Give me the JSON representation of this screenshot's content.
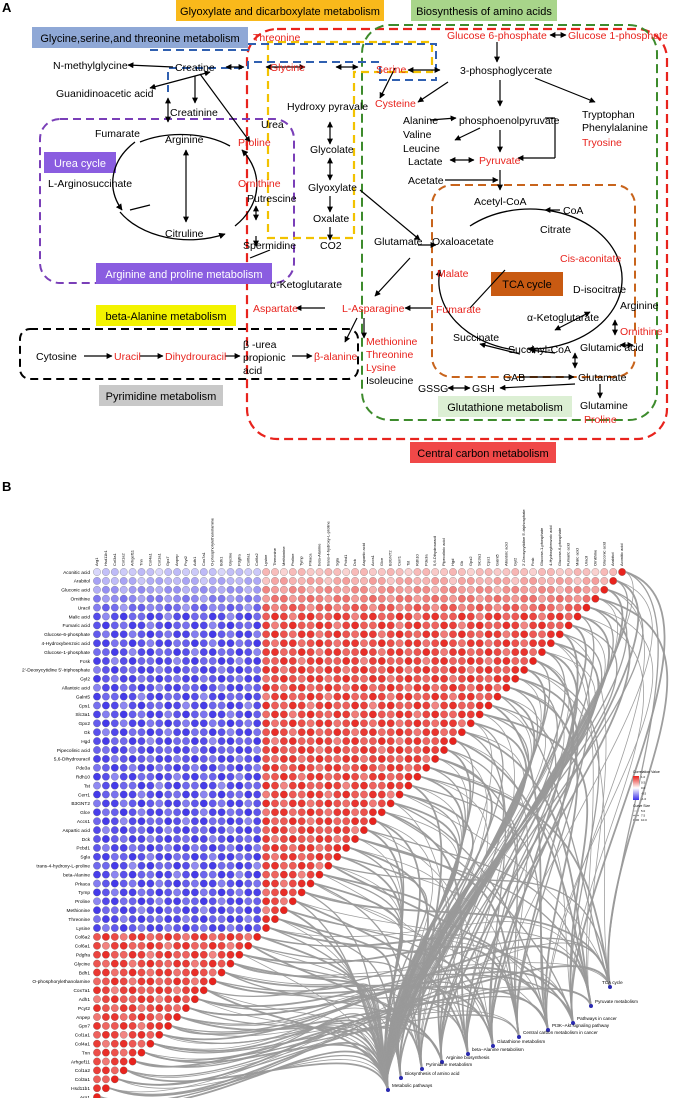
{
  "panel_a": {
    "letter": "A",
    "pathway_labels": {
      "glyoxylate": "Glyoxylate and dicarboxylate metabolism",
      "amino_acids": "Biosynthesis of amino acids",
      "gly_ser_thr": "Glycine,serine,and threonine metabolism",
      "urea_cycle": "Urea cycle",
      "arg_pro": "Arginine and proline metabolism",
      "beta_alanine": "beta-Alanine metabolism",
      "tca": "TCA cycle",
      "pyrimidine": "Pyrimidine metabolism",
      "glutathione": "Glutathione metabolism",
      "central_carbon": "Central carbon metabolism"
    },
    "metabolites": {
      "threonine_top": "Threonine",
      "glucose6p": "Glucose 6-phosphate",
      "glucose1p": "Glucose 1-phosphate",
      "n_methylglycine": "N-methylglycine",
      "creatine": "Creatine",
      "glycine": "Glycine",
      "serine": "Serine",
      "phosphoglycerate": "3-phosphoglycerate",
      "guanidinoacetic": "Guanidinoacetic acid",
      "hydroxy_pyravale": "Hydroxy pyravale",
      "creatinine": "Creatinine",
      "cysteine": "Cysteine",
      "tryptophan": "Tryptophan",
      "phenylalanine": "Phenylalanine",
      "tyrosine": "Tryosine",
      "fumarate_urea": "Fumarate",
      "arginine": "Arginine",
      "urea": "Urea",
      "alanine": "Alanine",
      "phosphoenolpyruvate": "phosphoenolpyruvate",
      "valine": "Valine",
      "leucine": "Leucine",
      "proline_urea": "Proline",
      "glycolate": "Glycolate",
      "lactate": "Lactate",
      "pyruvate": "Pyruvate",
      "l_arginosuccinate": "L-Arginosuccinate",
      "ornithine_urea": "Ornithine",
      "acetate": "Acetate",
      "glyoxylate": "Glyoxylate",
      "acetyl_coa": "Acetyl-CoA",
      "putrescine": "Putrescine",
      "coa": "CoA",
      "oxalate": "Oxalate",
      "citruline": "Citruline",
      "citrate": "Citrate",
      "spermidine": "Spermidine",
      "co2": "CO2",
      "glutamate_mid": "Glutamate",
      "oxaloacetate": "Oxaloacetate",
      "cis_aconitate": "Cis-aconitate",
      "malate": "Malate",
      "alpha_kg_left": "α-Ketoglutarate",
      "d_isocitrate": "D-isocitrate",
      "arginine_right": "Arginine",
      "aspartate": "Aspartate",
      "l_asparagine": "L-Asparagine",
      "fumarate_tca": "Fumarate",
      "alpha_kg_tca": "α-Ketoglutarate",
      "ornithine_right": "Ornithine",
      "succinate": "Succinate",
      "cytosine": "Cytosine",
      "uracil": "Uracil",
      "dihydrouracil": "Dihydrouracil",
      "beta_urea_1": "β -urea",
      "beta_urea_2": "propionic",
      "beta_urea_3": "acid",
      "beta_alanine": "β-alanine",
      "methionine": "Methionine",
      "threonine": "Threonine",
      "succinyl_coa": "Succinyl-CoA",
      "glutamic_acid": "Glutamic acid",
      "lysine": "Lysine",
      "isoleucine": "Isoleucine",
      "gab": "GAB",
      "glutamate_right": "Glutamate",
      "gssg": "GSSG",
      "gsh": "GSH",
      "glutamine": "Glutamine",
      "proline_bottom": "Proline"
    }
  },
  "panel_b": {
    "letter": "B",
    "column_labels": [
      "Arg1",
      "Hsd11b1",
      "Col3a1",
      "Col1a2",
      "Arhgef11",
      "Tnn",
      "Col4a1",
      "Col1a1",
      "Gpx7",
      "Anpep",
      "Pcyt2",
      "Adh1",
      "Cox7a1",
      "O-phosphorylethanolamine",
      "Bdh1",
      "Glycine",
      "Pdgfra",
      "Col6a1",
      "Col6a2",
      "Lysine",
      "Threonine",
      "Methionine",
      "Proline",
      "Tymp",
      "Prkaca",
      "beta-Alanine",
      "trans-4-hydroxy-L-proline",
      "Sgla",
      "Pcbd1",
      "Dck",
      "Aspartic acid",
      "Accs1",
      "Glce",
      "B3GNT2",
      "Cerr1",
      "Tst",
      "Rdh10",
      "Pde3a",
      "5,6-Dihydrouracil",
      "Pipecolinic acid",
      "Hgd",
      "Gk",
      "Gpx2",
      "Slc3a1",
      "Cps1",
      "Galnt5",
      "Allantoic acid",
      "Gyl2",
      "2'-Deoxycytidine 5'-triphosphate",
      "Fcsk",
      "Glucose-1-phosphate",
      "4-Hydroxybenzoic acid",
      "Glucose-6-phosphate",
      "Fumaric acid",
      "Malic acid",
      "Uracil",
      "Ornithine",
      "Gluconic acid",
      "Arabitol",
      "Aconitic acid"
    ],
    "row_labels": [
      "Aconitic acid",
      "Arabitol",
      "Gluconic acid",
      "Ornithine",
      "Uracil",
      "Malic acid",
      "Fumaric acid",
      "Glucose-6-phosphate",
      "4-Hydroxybenzoic acid",
      "Glucose-1-phosphate",
      "Fcsk",
      "2'-Deoxycytidine 5'-triphosphate",
      "Gyl2",
      "Allantoic acid",
      "Galnt5",
      "Cps1",
      "Slc3a1",
      "Gpx2",
      "Gk",
      "Hgd",
      "Pipecolinic acid",
      "5,6-Dihydrouracil",
      "Pde3a",
      "Rdh10",
      "Tst",
      "Cerr1",
      "B3GNT2",
      "Glce",
      "Accs1",
      "Aspartic acid",
      "Dck",
      "Pcbd1",
      "Sgla",
      "trans-4-hydroxy-L-proline",
      "beta-Alanine",
      "Prkaca",
      "Tymp",
      "Proline",
      "Methionine",
      "Threonine",
      "Lysine",
      "Col6a2",
      "Col6a1",
      "Pdgfra",
      "Glycine",
      "Bdh1",
      "O-phosphorylethanolamine",
      "Cox7a1",
      "Adh1",
      "Pcyt2",
      "Anpep",
      "Gpx7",
      "Col1a1",
      "Col4a1",
      "Tnn",
      "Arhgef11",
      "Col1a2",
      "Col3a1",
      "Hsd11b1",
      "Arg1"
    ],
    "pathways": [
      {
        "name": "TCA cycle"
      },
      {
        "name": "Pyruvate metabolism"
      },
      {
        "name": "Pathways in cancer"
      },
      {
        "name": "PI3K−Akt signaling pathway"
      },
      {
        "name": "Central carbon metabolism in cancer"
      },
      {
        "name": "Glutathione metabolism"
      },
      {
        "name": "beta−Alanine metabolism"
      },
      {
        "name": "Arginine biosynthesis"
      },
      {
        "name": "Pyrimidine metabolism"
      },
      {
        "name": "Biosynthesis of amino acid"
      },
      {
        "name": "Metabolic pathways"
      }
    ],
    "legend": {
      "title": "Correlation Value",
      "ticks": [
        "1.0",
        "0.5",
        "0.0",
        "-0.5",
        "-1.0"
      ],
      "size_title": "Curve Size",
      "size_items": [
        "5.0",
        "7.5",
        "10.0"
      ]
    },
    "colors": {
      "positive": "#e8231d",
      "negative": "#3a2fe8",
      "neutral": "#ffffff",
      "curve": "#999999",
      "node": "#2a2ab0"
    }
  }
}
